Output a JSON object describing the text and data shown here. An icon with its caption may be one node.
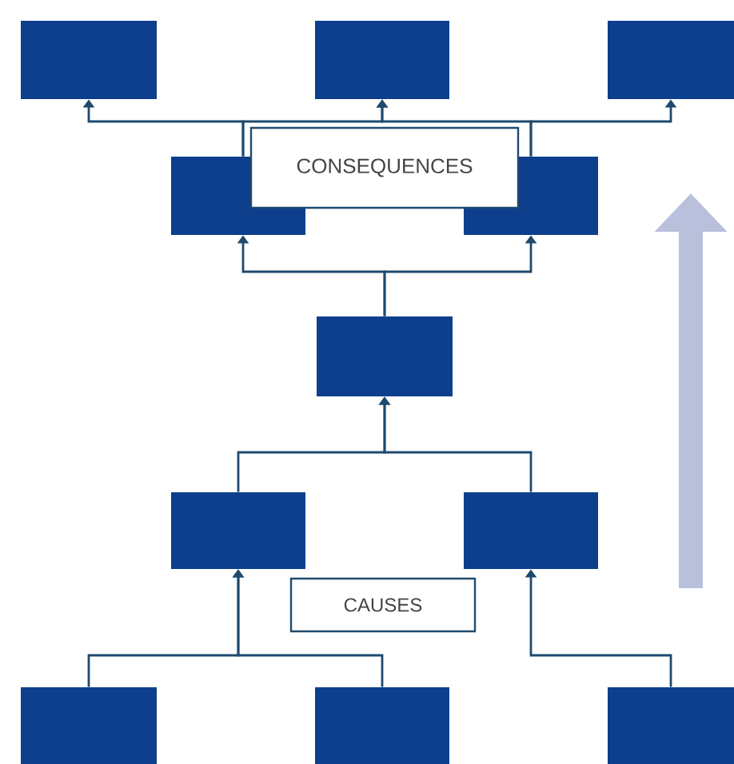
{
  "diagram": {
    "nodes": [
      {
        "text": [],
        "shape": "box"
      },
      {
        "text": [],
        "shape": "box"
      },
      {
        "text": [],
        "shape": "box"
      },
      {
        "text": [],
        "shape": "box"
      },
      {
        "text": [
          "CONSEQUENCES"
        ]
      },
      {
        "text": [],
        "shape": "box"
      },
      {
        "text": [],
        "shape": "box"
      },
      {
        "text": [],
        "shape": "box"
      },
      {
        "text": [
          "CAUSES"
        ]
      },
      {
        "text": [],
        "shape": "box"
      },
      {
        "text": [],
        "shape": "box"
      },
      {
        "text": [],
        "shape": "box"
      },
      {
        "text": [],
        "shape": "box"
      }
    ],
    "edges": [
      {
        "from": 3,
        "to": 0,
        "arrow": "to"
      },
      {
        "from": 3,
        "to": 1,
        "arrow": "to"
      },
      {
        "from": 5,
        "to": 1,
        "arrow": "to"
      },
      {
        "from": 5,
        "to": 2,
        "arrow": "to"
      },
      {
        "from": 6,
        "to": 3,
        "arrow": "to"
      },
      {
        "from": 6,
        "to": 5,
        "arrow": "to"
      },
      {
        "from": 7,
        "to": 6,
        "arrow": "to"
      },
      {
        "from": 9,
        "to": 6,
        "arrow": "to"
      },
      {
        "from": 10,
        "to": 7,
        "arrow": "to"
      },
      {
        "from": 11,
        "to": 7,
        "arrow": "to"
      },
      {
        "from": 12,
        "to": 9,
        "arrow": "to"
      }
    ]
  }
}
